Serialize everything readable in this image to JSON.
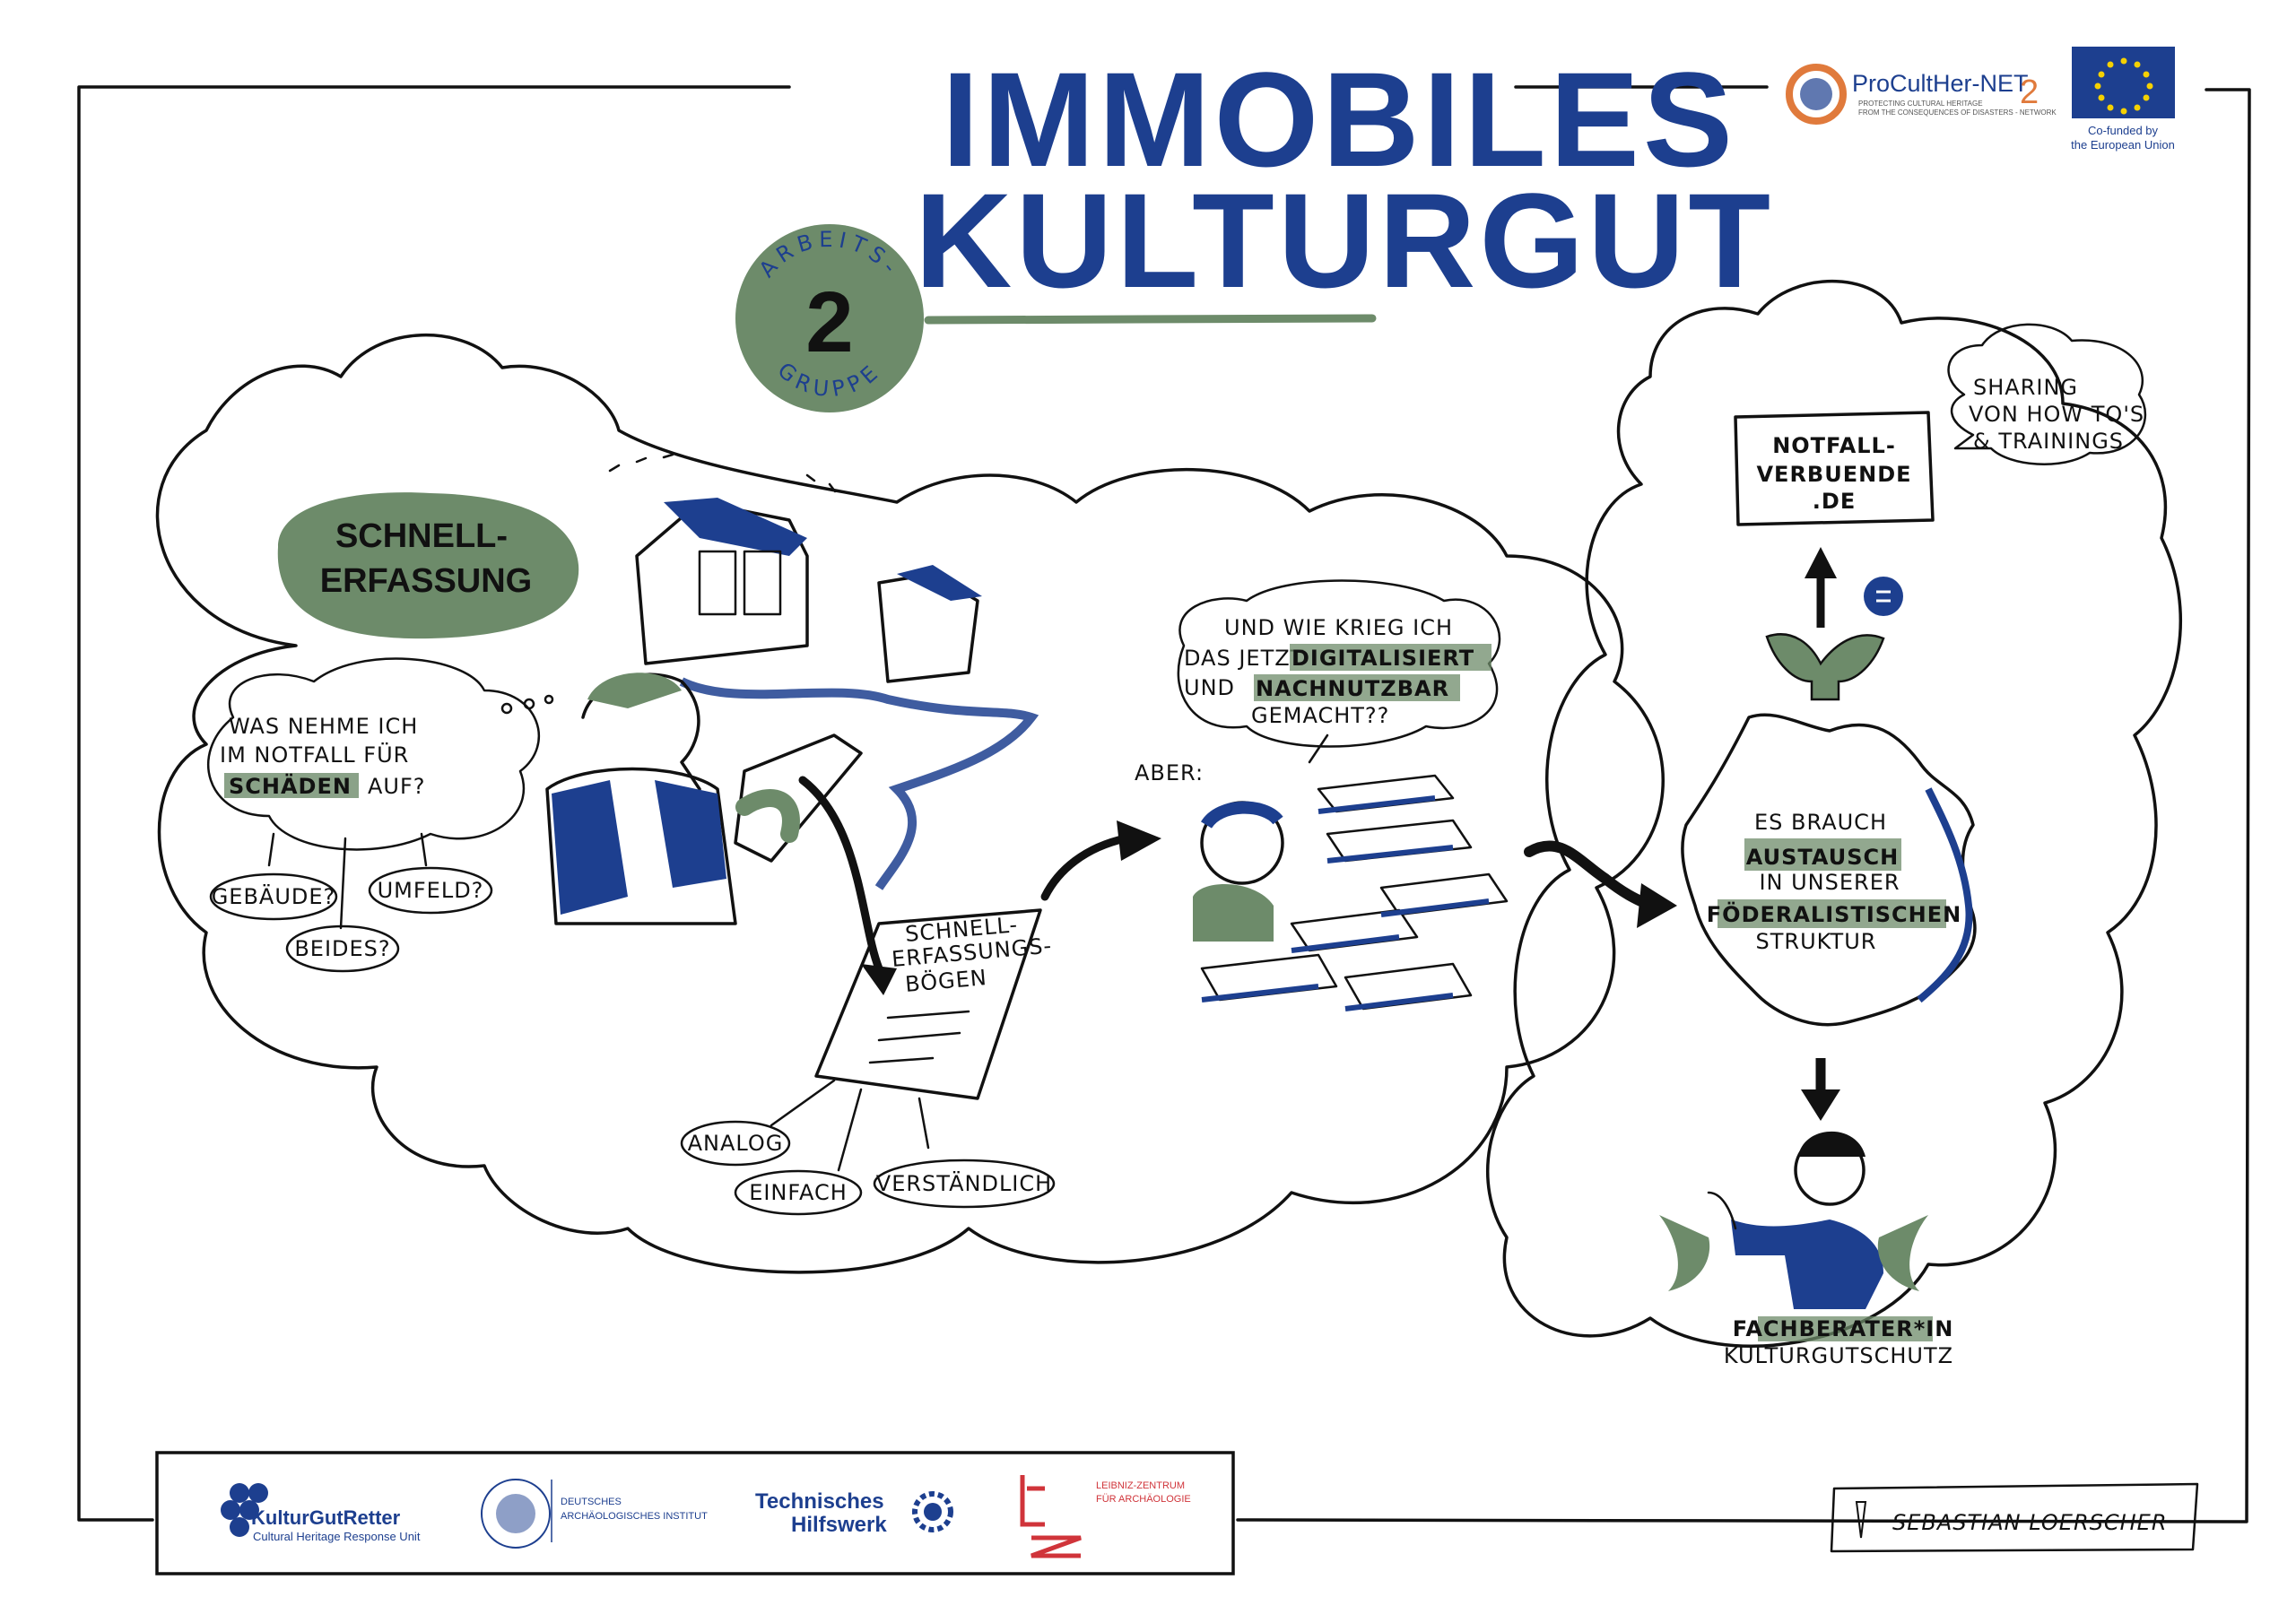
{
  "title": {
    "line1": "IMMOBILES",
    "line2": "KULTURGUT"
  },
  "badge": {
    "number": "2",
    "top": "ARBEITS-",
    "bottom": "GRUPPE"
  },
  "schnell": {
    "line1": "SCHNELL-",
    "line2": "ERFASSUNG"
  },
  "question": {
    "line1": "WAS NEHME ICH",
    "line2": "IM NOTFALL FÜR",
    "line3_highlight": "SCHÄDEN",
    "line3_rest": " AUF?"
  },
  "options": [
    "GEBÄUDE?",
    "UMFELD?",
    "BEIDES?"
  ],
  "form": {
    "line1": "SCHNELL-",
    "line2": "ERFASSUNGS-",
    "line3": "BÖGEN"
  },
  "criteria": [
    "ANALOG",
    "EINFACH",
    "VERSTÄNDLICH"
  ],
  "aber": "ABER:",
  "digital_bubble": {
    "line1": "UND WIE KRIEG ICH",
    "line2a": "DAS JETZT ",
    "line2b": "DIGITALISIERT",
    "line3a": "UND ",
    "line3b": "NACHNUTZBAR",
    "line4": "GEMACHT??"
  },
  "notfall": {
    "line1": "NOTFALL-",
    "line2": "VERBUENDE",
    "line3": ".DE"
  },
  "sharing": {
    "line1": "SHARING",
    "line2": "VON HOW TO'S",
    "line3": "& TRAININGS"
  },
  "germany": {
    "line1": "ES BRAUCH",
    "line2": "AUSTAUSCH",
    "line3": "IN UNSERER",
    "line4": "FÖDERALISTISCHEN",
    "line5": "STRUKTUR"
  },
  "fachberater": {
    "line1": "FACHBERATER*IN",
    "line2": "KULTURGUTSCHUTZ"
  },
  "logos_top": {
    "procult": "ProCultHer-NET",
    "procult_num": "2",
    "procult_sub1": "PROTECTING CULTURAL HERITAGE",
    "procult_sub2": "FROM THE CONSEQUENCES OF DISASTERS - NETWORK",
    "eu1": "Co-funded by",
    "eu2": "the European Union"
  },
  "logos_bottom": {
    "kgr1": "KulturGutRetter",
    "kgr2": "Cultural Heritage Response Unit",
    "dai1": "DEUTSCHES",
    "dai2": "ARCHÄOLOGISCHES INSTITUT",
    "thw1": "Technisches",
    "thw2": "Hilfswerk",
    "leiza1": "LEIBNIZ-ZENTRUM",
    "leiza2": "FÜR ARCHÄOLOGIE"
  },
  "signature": "SEBASTIAN LOERSCHER",
  "colors": {
    "blue": "#1d3f8f",
    "green": "#6d8b6a",
    "ink": "#111111",
    "red": "#d0343a"
  }
}
